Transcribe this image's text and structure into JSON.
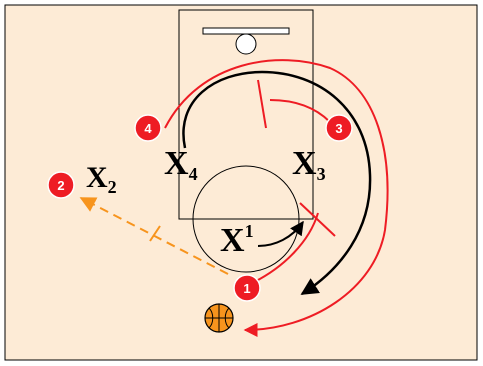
{
  "court": {
    "background_color": "#FDEBD6",
    "border_color": "#000000",
    "line_color": "#000000"
  },
  "colors": {
    "offense": "#EE1C24",
    "offense_border": "#FFFFFF",
    "pass_line": "#F7941D",
    "defense_arrow": "#000000",
    "ball": "#F7941D"
  },
  "offense": [
    {
      "label": "1"
    },
    {
      "label": "2"
    },
    {
      "label": "3"
    },
    {
      "label": "4"
    }
  ],
  "defense": [
    {
      "letter": "X",
      "sub": "1",
      "sub_style": "superscript"
    },
    {
      "letter": "X",
      "sub": "2",
      "sub_style": "subscript"
    },
    {
      "letter": "X",
      "sub": "3",
      "sub_style": "subscript"
    },
    {
      "letter": "X",
      "sub": "4",
      "sub_style": "subscript"
    }
  ],
  "ball": {
    "icon": "basketball-icon"
  }
}
